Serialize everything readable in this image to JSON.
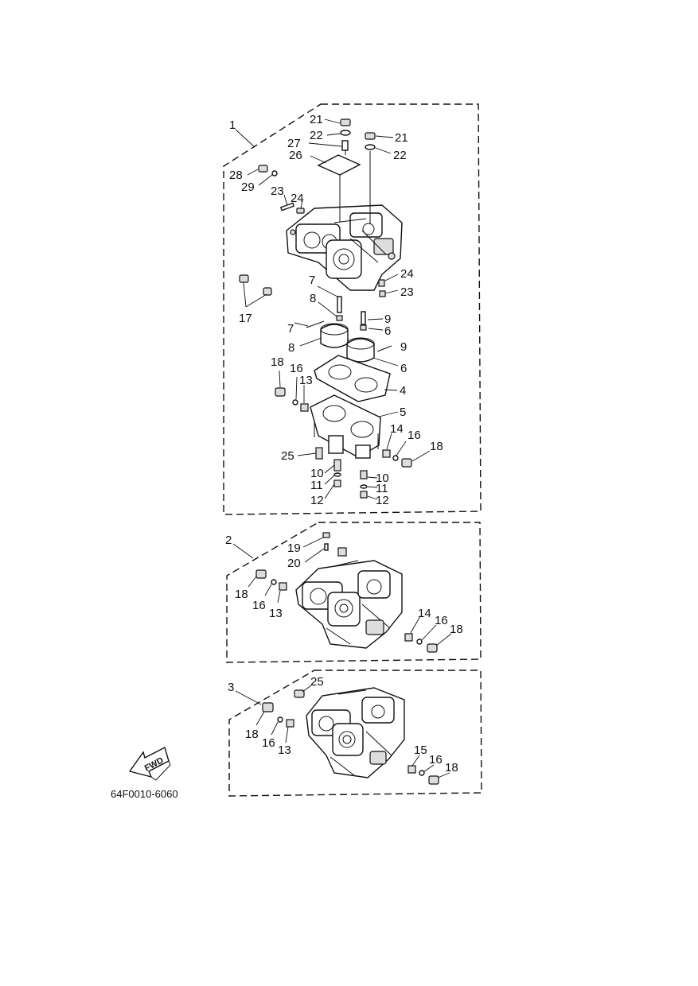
{
  "drawing_code": "64F0010-6060",
  "fwd_label": "FWD",
  "panels": [
    {
      "id": "1",
      "callouts": [
        "21",
        "22",
        "27",
        "26",
        "28",
        "29",
        "23",
        "24",
        "21",
        "22",
        "24",
        "23",
        "17",
        "7",
        "8",
        "9",
        "6",
        "7",
        "8",
        "9",
        "6",
        "4",
        "18",
        "16",
        "13",
        "5",
        "14",
        "16",
        "18",
        "25",
        "10",
        "11",
        "12",
        "10",
        "11",
        "12"
      ]
    },
    {
      "id": "2",
      "callouts": [
        "19",
        "20",
        "18",
        "16",
        "13",
        "14",
        "16",
        "18"
      ]
    },
    {
      "id": "3",
      "callouts": [
        "25",
        "18",
        "16",
        "13",
        "15",
        "16",
        "18"
      ]
    }
  ]
}
